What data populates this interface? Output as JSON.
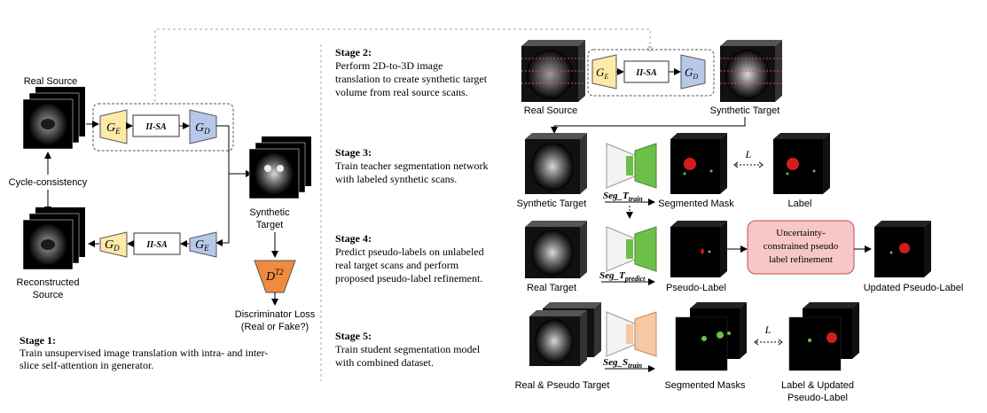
{
  "left": {
    "real_source": "Real Source",
    "cycle": "Cycle-consistency",
    "reconstructed": [
      "Reconstructed",
      "Source"
    ],
    "synthetic": [
      "Synthetic",
      "Target"
    ],
    "disc_loss": [
      "Discriminator Loss",
      "(Real or Fake?)"
    ],
    "ge": "G",
    "ge_sub": "E",
    "gd": "G",
    "gd_sub": "D",
    "iisa": "II-SA",
    "disc": "D",
    "disc_sup": "T2"
  },
  "stage1": {
    "title": "Stage 1:",
    "lines": [
      "Train unsupervised image translation with intra- and inter-",
      "slice self-attention in generator."
    ]
  },
  "stage2": {
    "title": "Stage 2:",
    "lines": [
      "Perform 2D-to-3D image",
      "translation to create synthetic target",
      "volume from real source scans."
    ],
    "real_source": "Real Source",
    "synthetic_target": "Synthetic Target"
  },
  "stage3": {
    "title": "Stage 3:",
    "lines": [
      "Train teacher segmentation network",
      "with labeled synthetic scans."
    ],
    "synthetic_target": "Synthetic Target",
    "seg_base": "Seg_T",
    "seg_sub": "train",
    "segmented_mask": "Segmented Mask",
    "label": "Label",
    "loss": "L"
  },
  "stage4": {
    "title": "Stage 4:",
    "lines": [
      "Predict pseudo-labels on unlabeled",
      "real target scans and perform",
      "proposed pseudo-label refinement."
    ],
    "real_target": "Real Target",
    "seg_base": "Seg_T",
    "seg_sub": "predict",
    "pseudo_label": "Pseudo-Label",
    "refine": [
      "Uncertainty-",
      "constrained pseudo",
      "label refinement"
    ],
    "updated": "Updated Pseudo-Label"
  },
  "stage5": {
    "title": "Stage 5:",
    "lines": [
      "Train student segmentation model",
      "with combined dataset."
    ],
    "real_pseudo": "Real & Pseudo Target",
    "seg_base": "Seg_S",
    "seg_sub": "train",
    "segmented_masks": "Segmented Masks",
    "label_updated": [
      "Label & Updated",
      "Pseudo-Label"
    ],
    "loss": "L"
  },
  "colors": {
    "encoder": "#fde9a8",
    "decoder": "#b8c8ea",
    "discriminator": "#f08a3e",
    "refine_box": "#f7c6c6",
    "refine_border": "#c0504d",
    "seg_green": "#6cc04a",
    "seg_orange": "#f6c8a4",
    "mask_red": "#d41c1c"
  }
}
